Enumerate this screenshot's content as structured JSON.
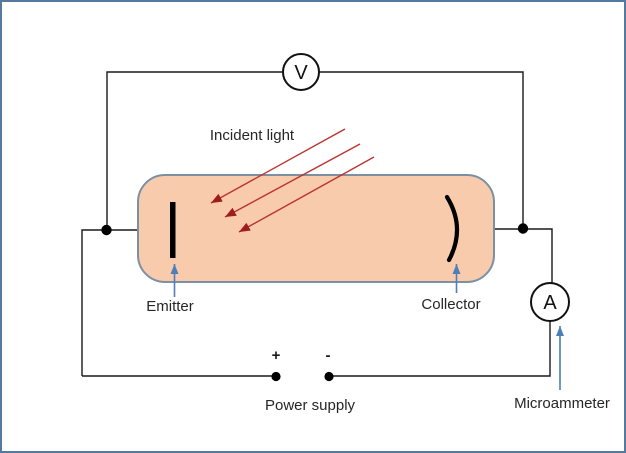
{
  "diagram": {
    "subject": "Photoelectric effect experiment circuit",
    "labels": {
      "incident_light": "Incident light",
      "emitter": "Emitter",
      "collector": "Collector",
      "power_supply": "Power supply",
      "microammeter": "Microammeter",
      "voltmeter_symbol": "V",
      "ammeter_symbol": "A",
      "positive_terminal": "+",
      "negative_terminal": "-"
    },
    "colors": {
      "page_border": "#55799f",
      "wire": "#1a1a1a",
      "tube_fill": "#f8cbad",
      "tube_stroke": "#7b90a3",
      "light_ray": "#bb3430",
      "light_ray_head": "#9f1d1d",
      "pointer_arrow": "#4e7fba",
      "text": "#262626"
    }
  }
}
